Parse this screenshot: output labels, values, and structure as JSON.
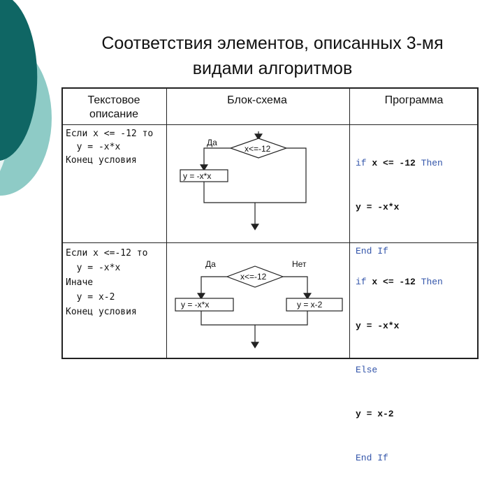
{
  "slide": {
    "title_line1": "Соответствия элементов, описанных 3-мя",
    "title_line2": "видами алгоритмов"
  },
  "columns": {
    "text_description_line1": "Текстовое",
    "text_description_line2": "описание",
    "flowchart": "Блок-схема",
    "program": "Программа"
  },
  "row1": {
    "text": [
      "Если x <= -12 то",
      "  y = -x*x",
      "Конец условия"
    ],
    "flow": {
      "yes": "Да",
      "condition": "x<=-12",
      "action": "y = -x*x"
    },
    "code": [
      {
        "kw1": "if",
        "stmt": "x <= -12",
        "kw2": "Then"
      },
      {
        "stmt": "y = -x*x"
      },
      {
        "kw1": "End If"
      }
    ]
  },
  "row2": {
    "text": [
      "Если x <=-12 то",
      "  y = -x*x",
      "Иначе",
      "  y = x-2",
      "Конец условия"
    ],
    "flow": {
      "yes": "Да",
      "no": "Нет",
      "condition": "x<=-12",
      "action_yes": "y = -x*x",
      "action_no": "y = x-2"
    },
    "code": [
      {
        "kw1": "if",
        "stmt": "x <= -12",
        "kw2": "Then"
      },
      {
        "stmt": "y = -x*x"
      },
      {
        "kw1": "Else"
      },
      {
        "stmt": "y = x-2"
      },
      {
        "kw1": "End If"
      }
    ]
  },
  "colors": {
    "teal_dark": "#0f6664",
    "teal_light": "#8ecbc6",
    "keyword": "#3355aa"
  }
}
